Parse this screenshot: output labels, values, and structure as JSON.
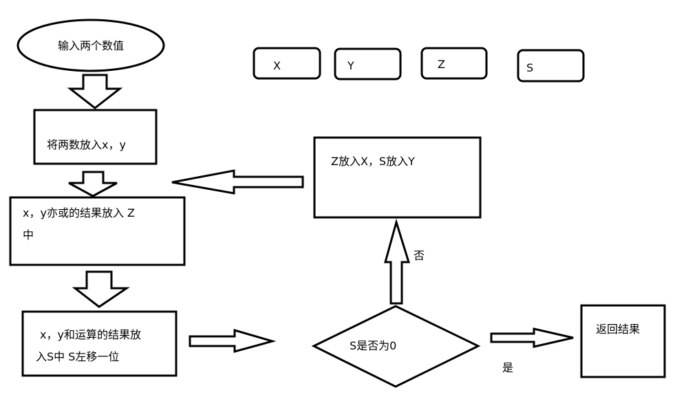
{
  "start": {
    "text": "输入两个数值"
  },
  "registers": {
    "x": "X",
    "y": "Y",
    "z": "Z",
    "s": "S"
  },
  "steps": {
    "put_xy": "将两数放入x，y",
    "xor_line1": "x，y亦或的结果放入 Z",
    "xor_line2": "中",
    "and_line1": "x，y和运算的结果放",
    "and_line2": "入S中    S左移一位",
    "assign": "Z放入X，S放入Y",
    "result": "返回结果"
  },
  "decision": {
    "text": "S是否为0"
  },
  "labels": {
    "no": "否",
    "yes": "是"
  },
  "colors": {
    "stroke": "#000000",
    "fill": "#ffffff"
  }
}
